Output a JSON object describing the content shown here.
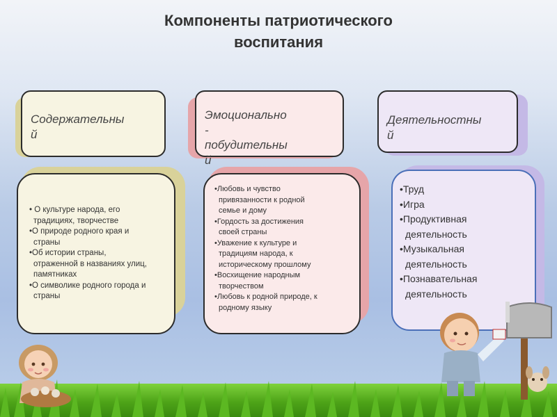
{
  "title": {
    "line1": "Компоненты патриотического",
    "line2": "воспитания"
  },
  "columns": [
    {
      "header_lines": [
        "Содержательны",
        "й"
      ],
      "items": [
        "• О культуре народа, его",
        "  традициях, творчестве",
        "•О природе родного края и",
        "  страны",
        "•Об истории страны,",
        "  отраженной в названиях улиц,",
        "  памятниках",
        "•О символике родного города и",
        "  страны"
      ]
    },
    {
      "header_lines": [
        "Эмоционально",
        "-",
        "побудительны",
        "й"
      ],
      "items": [
        "•Любовь и чувство",
        "  привязанности к родной",
        "  семье и дому",
        "•Гордость за достижения",
        "  своей страны",
        "•Уважение к культуре и",
        "  традициям народа, к",
        "  историческому прошлому",
        "•Восхищение народным",
        "  творчеством",
        "•Любовь к родной природе, к",
        "  родному языку"
      ]
    },
    {
      "header_lines": [
        "Деятельностны",
        "й"
      ],
      "items": [
        "•Труд",
        "•Игра",
        "•Продуктивная",
        "  деятельность",
        "•Музыкальная",
        "  деятельность",
        "•Познавательная",
        "  деятельность"
      ]
    }
  ],
  "colors": {
    "box1_fill": "#f7f4e2",
    "box2_fill": "#fbeaea",
    "box3_fill": "#eee7f6",
    "shadow1": "#d9d29a",
    "shadow2": "#e6a5a9",
    "shadow3": "#c4b9e6"
  }
}
